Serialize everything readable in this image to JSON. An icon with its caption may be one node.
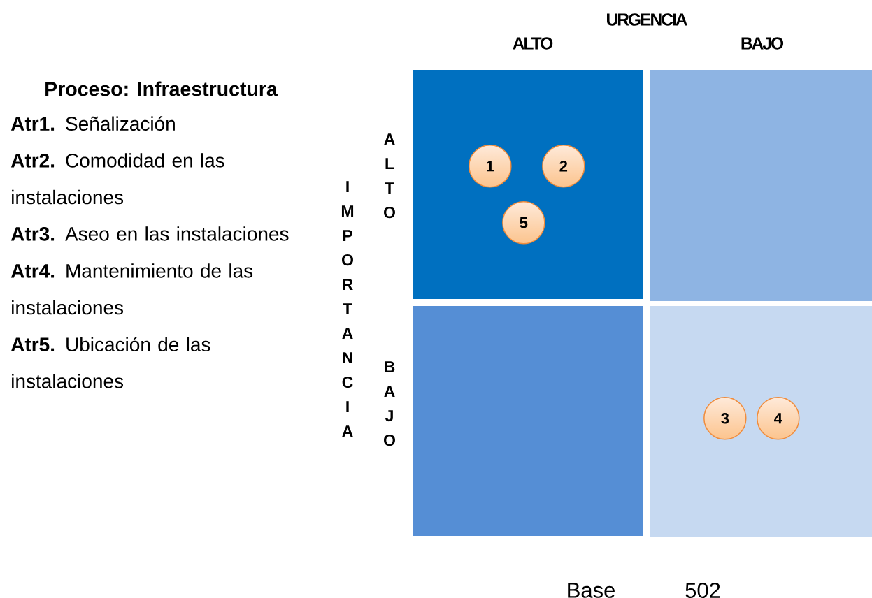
{
  "diagram": {
    "nodes": [
      {
        "text": [],
        "shape": "box"
      },
      {
        "text": [],
        "shape": "box"
      },
      {
        "text": [],
        "shape": "box"
      },
      {
        "text": [],
        "shape": "box"
      },
      {
        "text": [
          "1"
        ],
        "in": 0
      },
      {
        "text": [
          "2"
        ],
        "in": 0
      },
      {
        "text": [
          "5"
        ],
        "in": 0
      },
      {
        "text": [
          "3"
        ],
        "in": 3
      },
      {
        "text": [
          "4"
        ],
        "in": 3
      }
    ],
    "labels": [
      "URGENCIA",
      "ALTO",
      "BAJO",
      "Proceso: Infraestructura",
      "**Atr1.** Señalización",
      "**Atr2.** Comodidad en las instalaciones",
      "**Atr3.** Aseo en las instalaciones",
      "**Atr4.** Mantenimiento de las instalaciones",
      "**Atr5.** Ubicación de las instalaciones",
      "IMPORTANCIA",
      "ALTO",
      "BAJO",
      "Base",
      "502"
    ]
  }
}
